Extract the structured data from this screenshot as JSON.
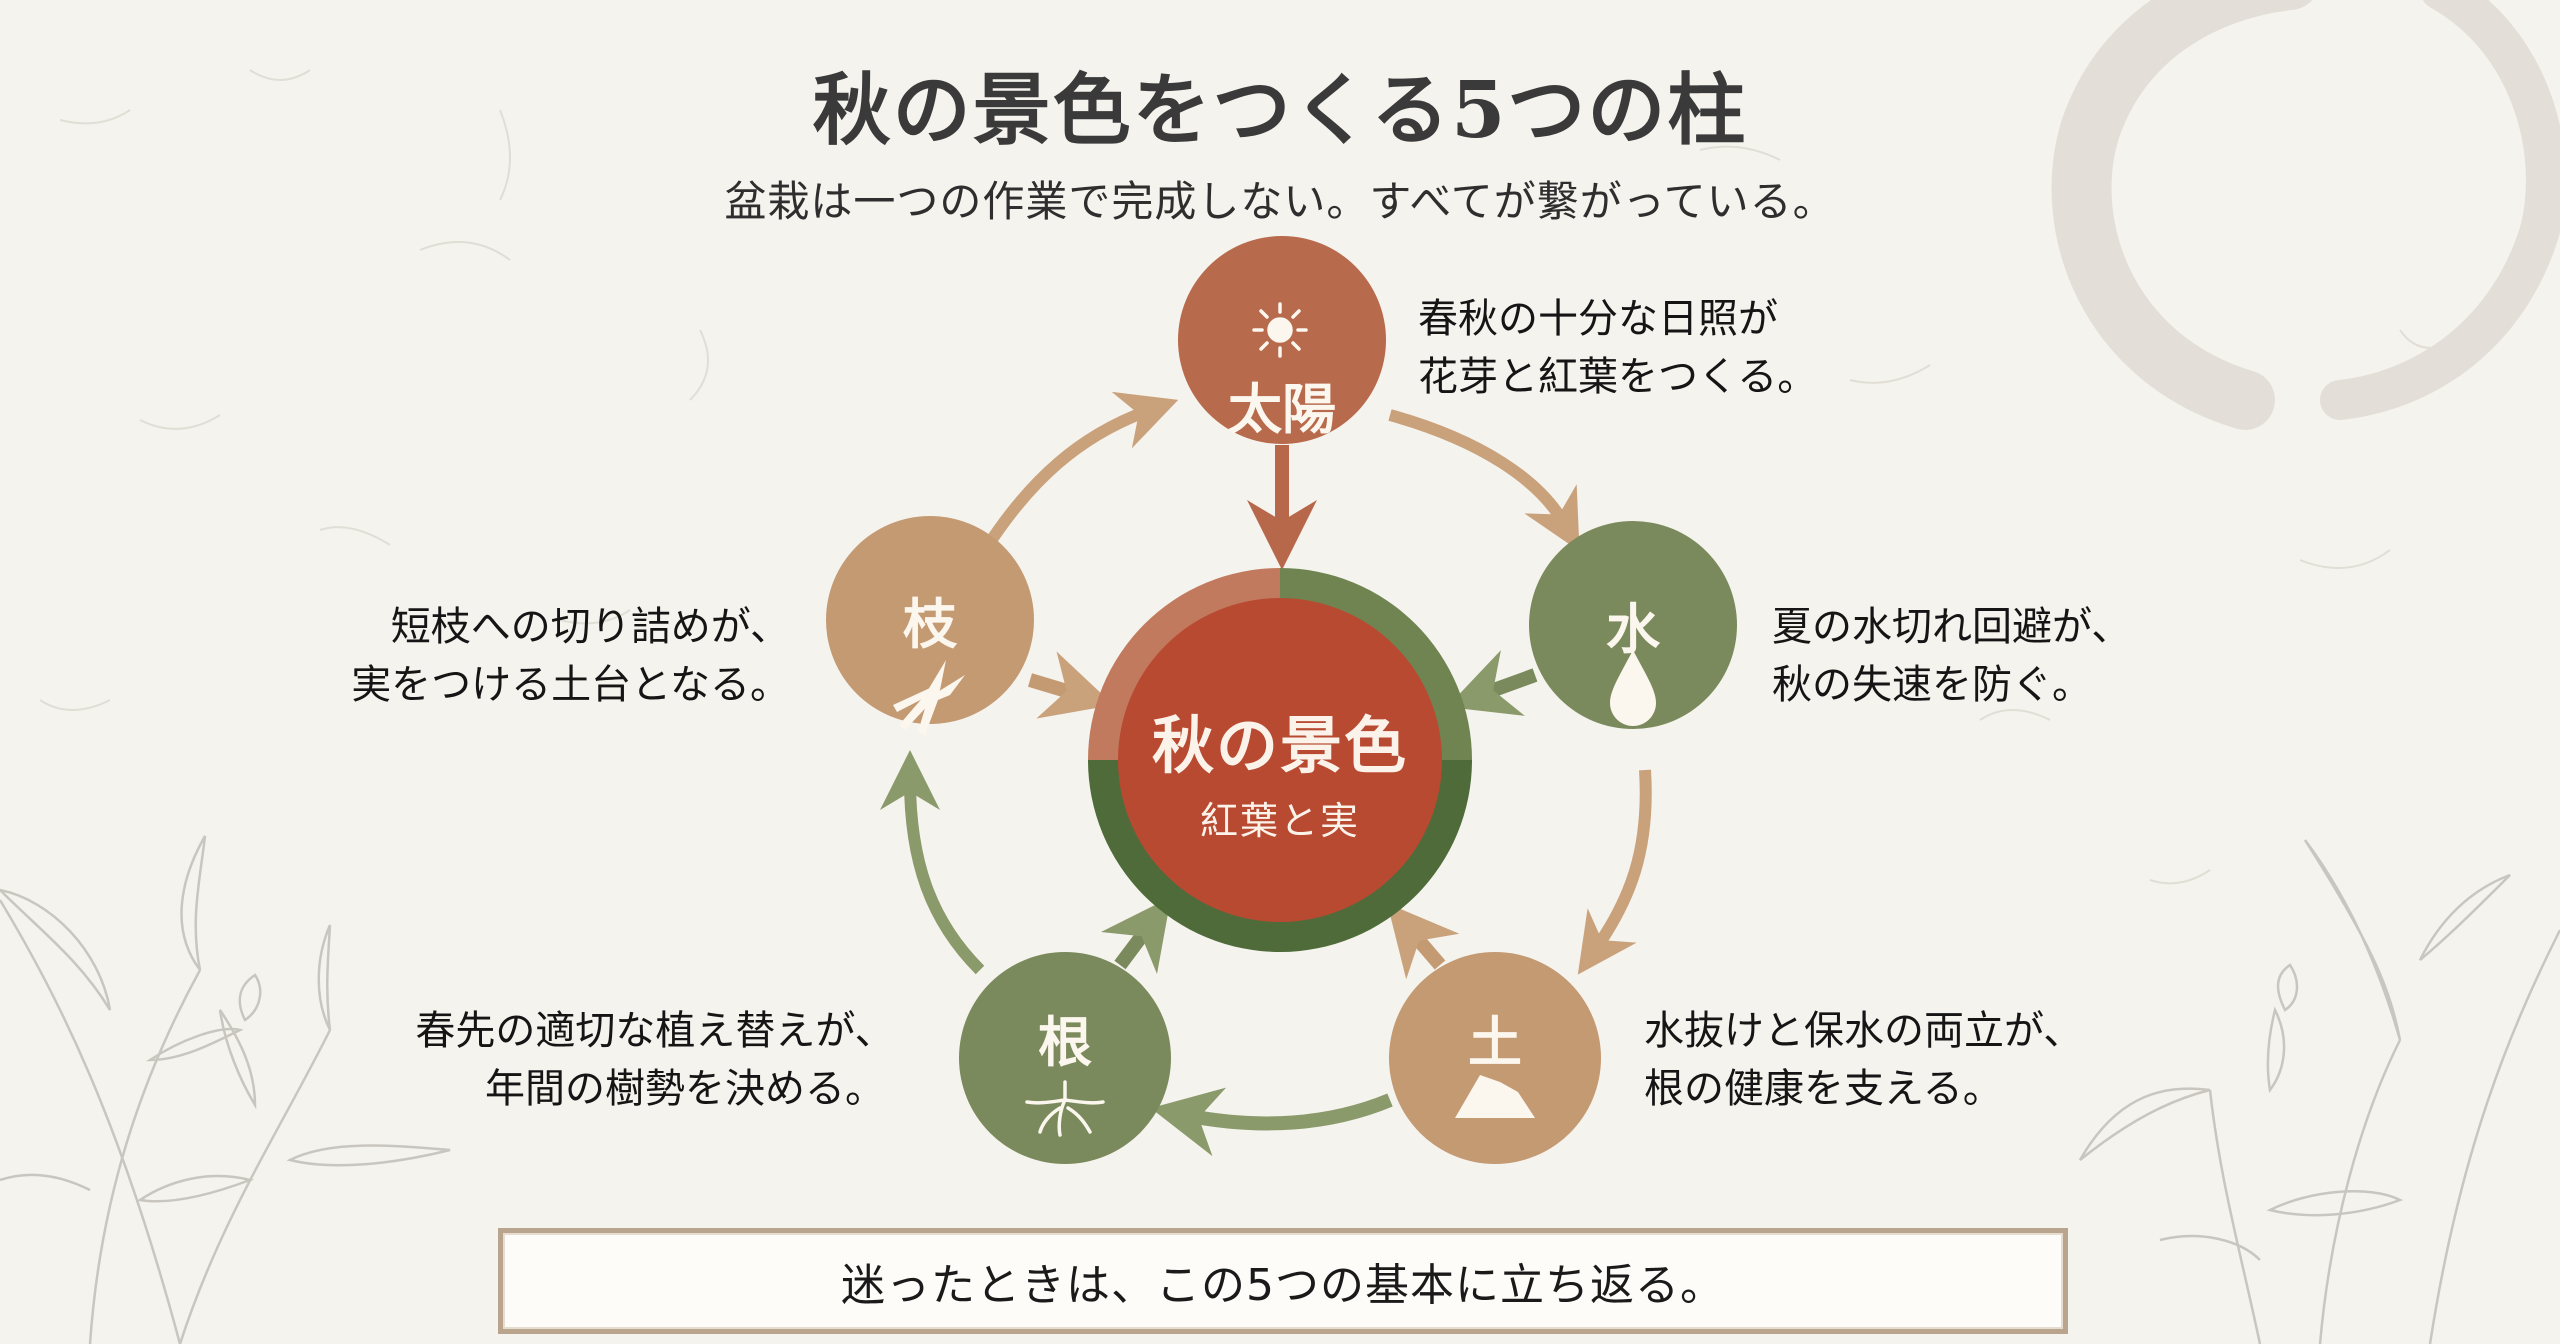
{
  "header": {
    "title": "秋の景色をつくる5つの柱",
    "subtitle": "盆栽は一つの作業で完成しない。すべてが繋がっている。"
  },
  "center": {
    "title": "秋の景色",
    "subtitle": "紅葉と実",
    "colors": {
      "fill": "#b84a32",
      "ring_top_left": "#c27a5e",
      "ring_top_right": "#6f8450",
      "ring_bottom": "#4f6b3a"
    }
  },
  "pillars": [
    {
      "id": "sun",
      "label": "太陽",
      "icon": "sun-icon",
      "color": "#b86a4c",
      "description": [
        "春秋の十分な日照が",
        "花芽と紅葉をつくる。"
      ]
    },
    {
      "id": "water",
      "label": "水",
      "icon": "water-drop-icon",
      "color": "#7b8a5c",
      "description": [
        "夏の水切れ回避が、",
        "秋の失速を防ぐ。"
      ]
    },
    {
      "id": "soil",
      "label": "土",
      "icon": "soil-mound-icon",
      "color": "#c49a73",
      "description": [
        "水抜けと保水の両立が、",
        "根の健康を支える。"
      ]
    },
    {
      "id": "roots",
      "label": "根",
      "icon": "roots-icon",
      "color": "#7b8a5c",
      "description": [
        "春先の適切な植え替えが、",
        "年間の樹勢を決める。"
      ]
    },
    {
      "id": "branch",
      "label": "枝",
      "icon": "pruning-shears-icon",
      "color": "#c49a73",
      "description": [
        "短枝への切り詰めが、",
        "実をつける土台となる。"
      ]
    }
  ],
  "footer": {
    "message": "迷ったときは、この5つの基本に立ち返る。"
  },
  "colors": {
    "background": "#f5f3ee",
    "arrow_tan": "#c9a27c",
    "arrow_green": "#8a9a6a",
    "footer_border": "#b9a58e"
  }
}
